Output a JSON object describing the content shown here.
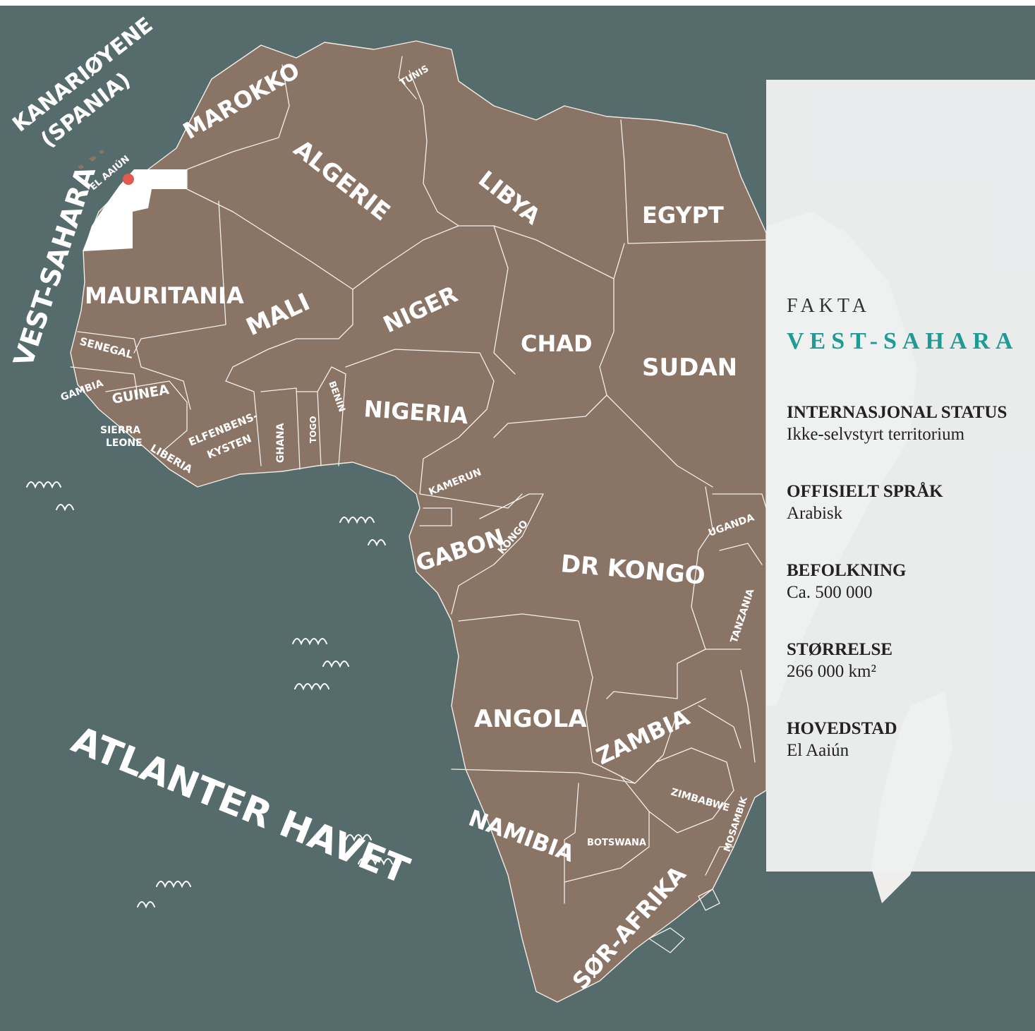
{
  "map": {
    "ocean_label": "ATLANTER HAVET",
    "colors": {
      "ocean": "#566b6b",
      "land": "#8a7466",
      "highlight": "#ffffff",
      "capital_dot": "#e05a50"
    },
    "labels": {
      "kanarioyene": "KANARIØYENE",
      "spania": "(SPANIA)",
      "vest_sahara": "VEST-SAHARA",
      "el_aaiun": "EL AAIÚN",
      "marokko": "MAROKKO",
      "tunis": "TUNIS",
      "algerie": "ALGERIE",
      "libya": "LIBYA",
      "egypt": "EGYPT",
      "mauritania": "MAURITANIA",
      "mali": "MALI",
      "niger": "NIGER",
      "chad": "CHAD",
      "sudan": "SUDAN",
      "senegal": "SENEGAL",
      "gambia": "GAMBIA",
      "guinea": "GUINEA",
      "sierra": "SIERRA",
      "leone": "LEONE",
      "liberia": "LIBERIA",
      "elfenbens": "ELFENBENS-",
      "kysten": "KYSTEN",
      "ghana": "GHANA",
      "togo": "TOGO",
      "benin": "BENIN",
      "nigeria": "NIGERIA",
      "kamerun": "KAMERUN",
      "gabon": "GABON",
      "kongo": "KONGO",
      "dr_kongo": "DR KONGO",
      "uganda": "UGANDA",
      "tanzania": "TANZANIA",
      "angola": "ANGOLA",
      "zambia": "ZAMBIA",
      "zimbabwe": "ZIMBABWE",
      "mosambik": "MOSAMBIK",
      "namibia": "NAMIBIA",
      "botswana": "BOTSWANA",
      "sor_afrika": "SØR-AFRIKA"
    }
  },
  "facts": {
    "heading": "FAKTA",
    "title": "VEST-SAHARA",
    "items": [
      {
        "key": "INTERNASJONAL STATUS",
        "value": "Ikke-selvstyrt territorium"
      },
      {
        "key": "OFFISIELT SPRÅK",
        "value": "Arabisk"
      },
      {
        "key": "BEFOLKNING",
        "value": "Ca. 500 000"
      },
      {
        "key": "STØRRELSE",
        "value": "266 000 km²"
      },
      {
        "key": "HOVEDSTAD",
        "value": "El Aaiún"
      }
    ]
  }
}
